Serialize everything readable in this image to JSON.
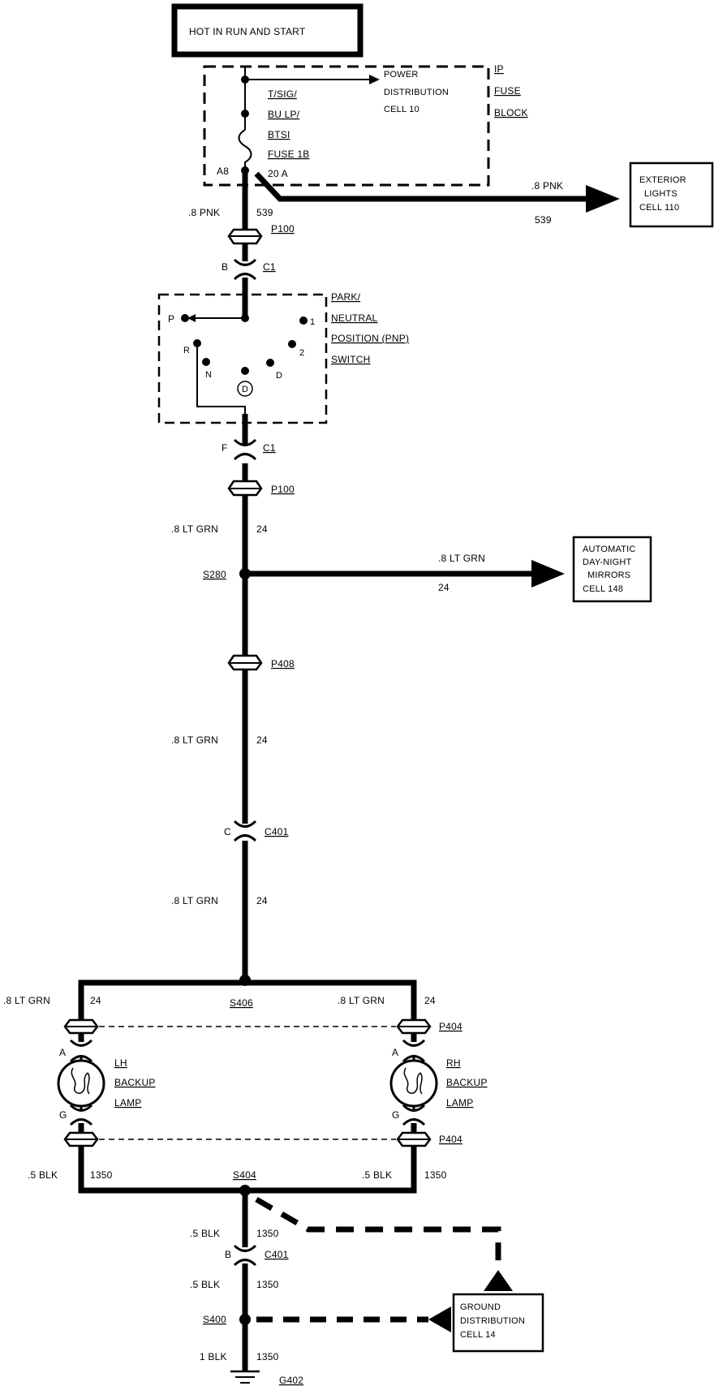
{
  "power_source": "HOT IN RUN AND START",
  "fuse_block": {
    "circuit_ref": [
      "POWER",
      "DISTRIBUTION",
      "CELL 10"
    ],
    "block_label": [
      "IP",
      "FUSE",
      "BLOCK"
    ],
    "fuse_label": [
      "T/SIG/",
      "BU LP/",
      "BTSI",
      "FUSE 1B"
    ],
    "rating": "20 A",
    "terminal": "A8"
  },
  "wires": {
    "pnk_size": ".8 PNK",
    "pnk_circuit": "539",
    "ltgrn_size": ".8 LT GRN",
    "ltgrn_circuit": "24",
    "blk5_size": ".5 BLK",
    "blk_circuit": "1350",
    "blk1_size": "1 BLK"
  },
  "exterior_lights": [
    "EXTERIOR",
    "LIGHTS",
    "CELL 110"
  ],
  "mirrors": [
    "AUTOMATIC",
    "DAY-NIGHT",
    "MIRRORS",
    "CELL 148"
  ],
  "ground_dist": [
    "GROUND",
    "DISTRIBUTION",
    "CELL 14"
  ],
  "switch": {
    "label": [
      "PARK/",
      "NEUTRAL",
      "POSITION (PNP)",
      "SWITCH"
    ],
    "positions": {
      "p": "P",
      "r": "R",
      "n": "N",
      "d_circle": "D",
      "d": "D",
      "two": "2",
      "one": "1"
    }
  },
  "connectors": {
    "p100": "P100",
    "c1": "C1",
    "c1_top_pin": "B",
    "c1_bottom_pin": "F",
    "p408": "P408",
    "c401": "C401",
    "c401_top_pin": "C",
    "c401_bottom_pin": "B",
    "p404": "P404",
    "lamp_pin_a": "A",
    "lamp_pin_g": "G"
  },
  "splices": {
    "s280": "S280",
    "s406": "S406",
    "s404": "S404",
    "s400": "S400"
  },
  "ground": "G402",
  "lamps": {
    "lh": [
      "LH",
      "BACKUP",
      "LAMP"
    ],
    "rh": [
      "RH",
      "BACKUP",
      "LAMP"
    ]
  }
}
